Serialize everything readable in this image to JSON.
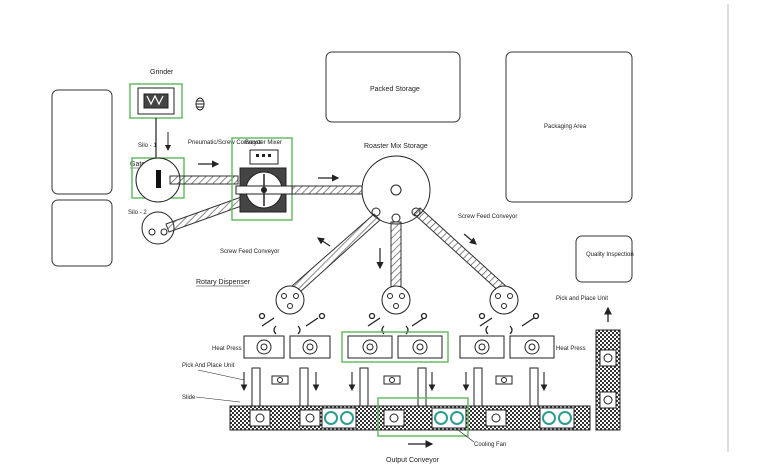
{
  "labels": {
    "grinder": "Grinder",
    "packed_storage": "Packed Storage",
    "packaging_area": "Packaging Area",
    "pneumatic_conveyor": "Pneumatic/Screw Conveyor",
    "booster_mixer": "Booster Mixer",
    "roaster_mix_storage": "Roaster Mix Storage",
    "gate": "Gate",
    "silo1": "Silo - 1",
    "silo2": "Silo - 2",
    "screw_feed_conveyor_left": "Screw Feed Conveyor",
    "screw_feed_conveyor_right": "Screw Feed Conveyor",
    "quality_inspection": "Quality Inspection",
    "rotary_dispenser": "Rotary Dispenser",
    "pick_place_right": "Pick and Place Unit",
    "heat_press_left": "Heat Press",
    "heat_press_right": "Heat Press",
    "pick_place_left": "Pick And Place Unit",
    "slide": "Slide",
    "cooling_fan": "Cooling Fan",
    "output_conveyor": "Output Conveyor"
  },
  "colors": {
    "highlight": "#5cb85c",
    "line": "#222222",
    "fan": "#2a9d8f"
  },
  "icons": {
    "flow": "arrow-icon",
    "fan": "fan-icon"
  }
}
